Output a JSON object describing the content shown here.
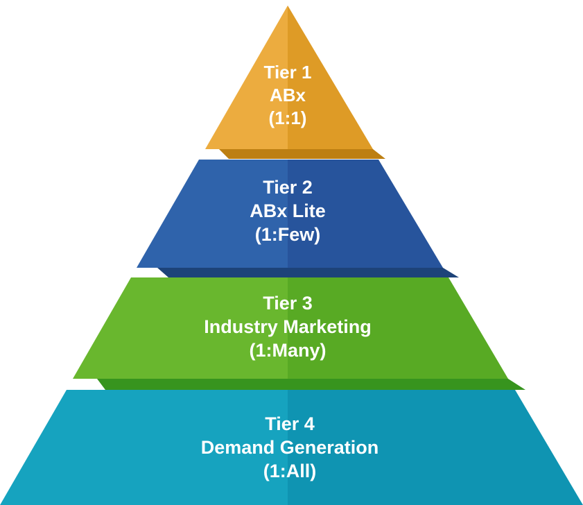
{
  "diagram": {
    "type": "pyramid",
    "tier_count": 4,
    "tiers": [
      {
        "name": "Tier 1",
        "line2": "ABx",
        "line3": "(1:1)",
        "color_left": "#ECAC3F",
        "color_right": "#DE9B26",
        "color_shadow": "#BD7F12",
        "text_color": "#FFFFFF"
      },
      {
        "name": "Tier 2",
        "line2": "ABx Lite",
        "line3": "(1:Few)",
        "color_left": "#2F63AB",
        "color_right": "#27549C",
        "color_shadow": "#1D4379",
        "text_color": "#FFFFFF"
      },
      {
        "name": "Tier 3",
        "line2": "Industry Marketing",
        "line3": "(1:Many)",
        "color_left": "#69B72E",
        "color_right": "#58AA24",
        "color_shadow": "#37941E",
        "text_color": "#FFFFFF"
      },
      {
        "name": "Tier 4",
        "line2": "Demand Generation",
        "line3": "(1:All)",
        "color_left": "#16A3BF",
        "color_right": "#0F94B2",
        "color_shadow": "",
        "text_color": "#FFFFFF"
      }
    ]
  }
}
